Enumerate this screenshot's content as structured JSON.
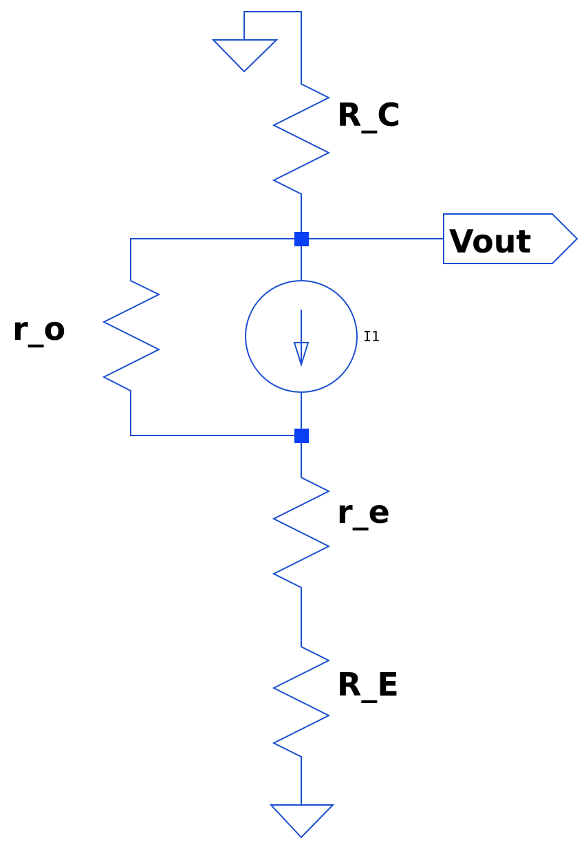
{
  "schematic": {
    "colors": {
      "wire": "#1a4fd0",
      "junction": "#0b3ff5",
      "text": "#000000",
      "background": "#ffffff"
    },
    "labels": {
      "rc": "R_C",
      "ro": "r_o",
      "re": "r_e",
      "re_big": "R_E",
      "source": "I1",
      "output": "Vout"
    },
    "components": [
      {
        "id": "R_C",
        "type": "resistor"
      },
      {
        "id": "r_o",
        "type": "resistor"
      },
      {
        "id": "I1",
        "type": "current-source"
      },
      {
        "id": "r_e",
        "type": "resistor"
      },
      {
        "id": "R_E",
        "type": "resistor"
      }
    ],
    "nets": [
      "ground",
      "Vout"
    ],
    "icons": [
      "ground-icon",
      "output-port-icon",
      "junction-dot-icon"
    ]
  }
}
